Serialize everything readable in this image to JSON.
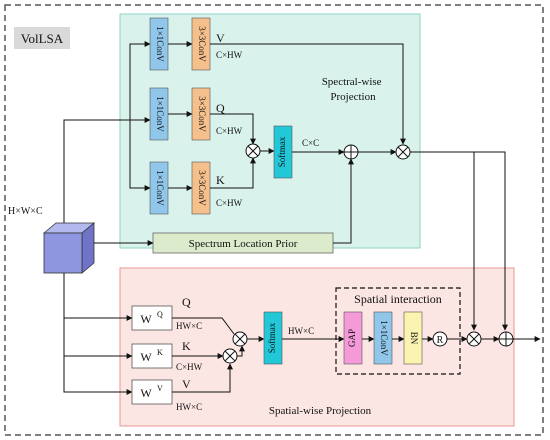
{
  "outer_title": "VolLSA",
  "input_label": "H×W×C",
  "spectral": {
    "region_title": "Spectral-wise\nProjection",
    "conv1x1_label": "1×1ConV",
    "conv3x3_label": "3×3ConV",
    "v_label": "V",
    "v_dim": "C×HW",
    "q_label": "Q",
    "q_dim": "C×HW",
    "k_label": "K",
    "k_dim": "C×HW",
    "softmax_label": "Softmax",
    "cc_label": "C×C",
    "prior_label": "Spectrum Location Prior"
  },
  "spatial": {
    "region_title": "Spatial-wise Projection",
    "wq_base": "W",
    "wq_sup": "Q",
    "wk_base": "W",
    "wk_sup": "K",
    "wv_base": "W",
    "wv_sup": "V",
    "q_label": "Q",
    "q_dim": "HW×C",
    "k_label": "K",
    "k_dim": "C×HW",
    "v_label": "V",
    "v_dim": "HW×C",
    "softmax_label": "Softmax",
    "hwc_label": "HW×C",
    "interaction_title": "Spatial interaction",
    "gap_label": "GAP",
    "conv_label": "1×1ConV",
    "bn_label": "BN",
    "r_label": "R"
  },
  "colors": {
    "spectral_bg": "#d9f3ec",
    "spectral_border": "#8fd3c4",
    "spatial_bg": "#fbe6e4",
    "spatial_border": "#e79a94",
    "conv1x1": "#8fc6ea",
    "conv3x3": "#f6c08d",
    "softmax": "#22c7d8",
    "prior": "#dcebcb",
    "gap": "#f59ad8",
    "bn": "#fbf4b0",
    "cube": "#8f96e0"
  }
}
